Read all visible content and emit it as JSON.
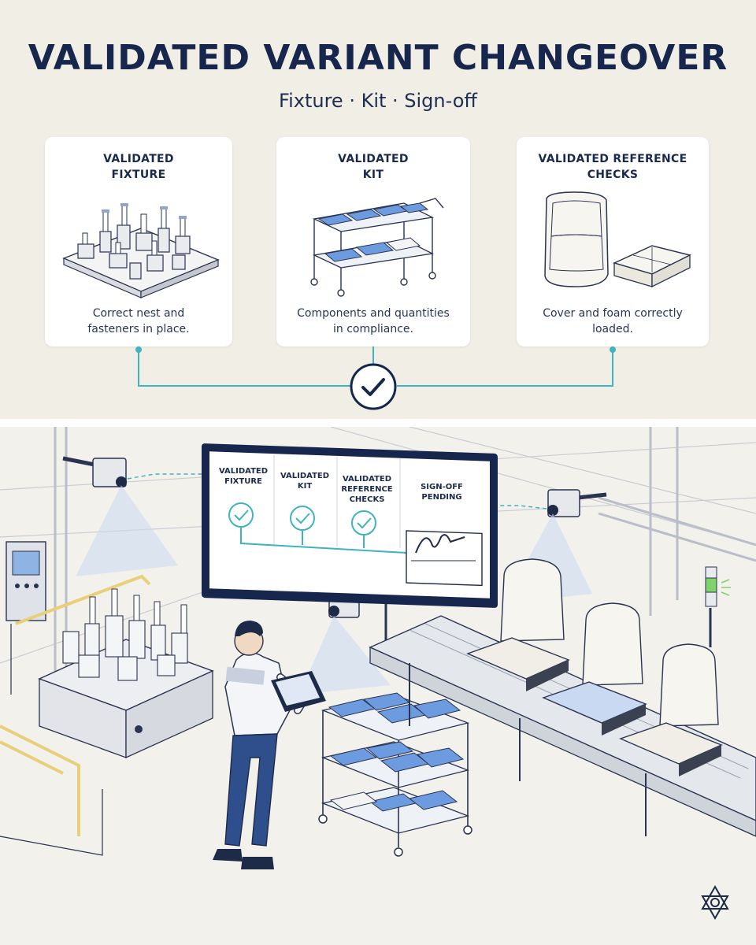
{
  "title": "VALIDATED VARIANT CHANGEOVER",
  "subtitle": "Fixture · Kit · Sign-off",
  "cards": [
    {
      "title_line1": "VALIDATED",
      "title_line2": "FIXTURE",
      "desc_line1": "Correct nest and",
      "desc_line2": "fasteners in place.",
      "icon": "fixture-illustration"
    },
    {
      "title_line1": "VALIDATED",
      "title_line2": "KIT",
      "desc_line1": "Components and quantities",
      "desc_line2": "in compliance.",
      "icon": "kit-cart-illustration"
    },
    {
      "title_line1": "VALIDATED REFERENCE",
      "title_line2": "CHECKS",
      "desc_line1": "Cover and foam correctly",
      "desc_line2": "loaded.",
      "icon": "seat-cover-foam-illustration"
    }
  ],
  "monitor": {
    "col1": [
      "VALIDATED",
      "FIXTURE"
    ],
    "col2": [
      "VALIDATED",
      "KIT"
    ],
    "col3": [
      "VALIDATED",
      "REFERENCE",
      "CHECKS"
    ],
    "col4": [
      "SIGN-OFF",
      "PENDING"
    ]
  },
  "colors": {
    "navy": "#16264d",
    "teal": "#3fb3bf",
    "blue": "#5b8fd6",
    "light_blue": "#dbe8f7",
    "green_light": "#7fd36b",
    "yellow_rail": "#e8cf7a"
  }
}
